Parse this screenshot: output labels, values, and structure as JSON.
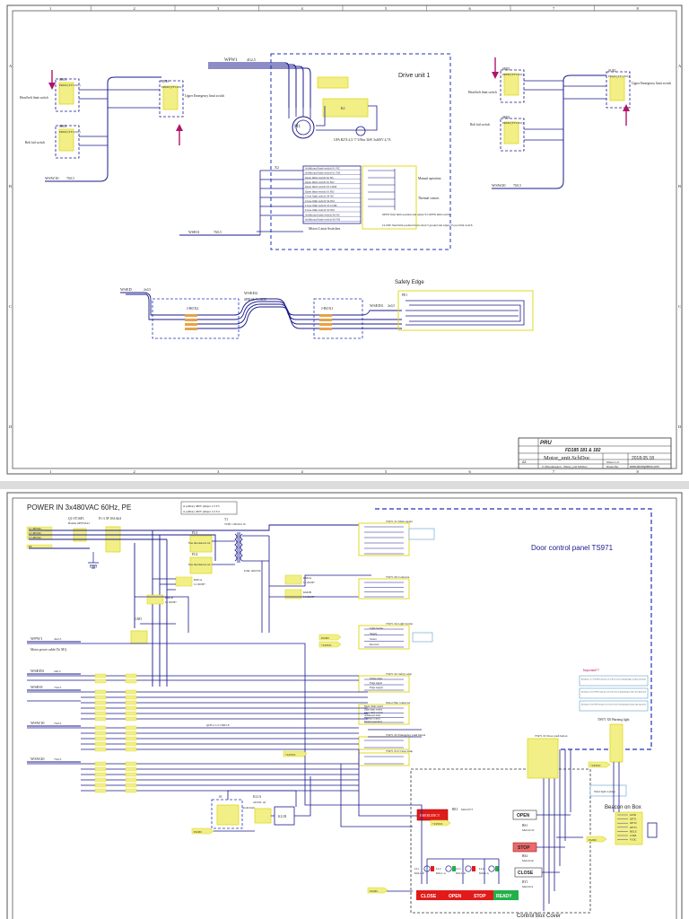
{
  "sheet1": {
    "grid_columns": [
      "1",
      "2",
      "3",
      "4",
      "5",
      "6",
      "7",
      "8"
    ],
    "grid_rows": [
      "A",
      "B",
      "C",
      "D"
    ],
    "drive_unit_label": "Drive unit 1",
    "safety_edge_label": "Safety Edge",
    "left_switches": {
      "top_code": "SH01",
      "top_part": "PR630 (YF LE01)",
      "top_name": "Head belt limit switch",
      "bottom_code": "SH01",
      "bottom_part": "PR630 (YF LE01)",
      "bottom_name": "Belt fail switch",
      "upper_code": "SUE1",
      "upper_part": "PR630 (YF LE01)",
      "upper_name": "Upper Emergency limit switch"
    },
    "right_switches": {
      "top_code": "SH02",
      "top_part": "PR630 (YF LE01)",
      "top_name": "Head belt limit switch",
      "bottom_code": "SH02",
      "bottom_part": "PR630 (YF LE01)",
      "bottom_name": "Belt fail switch",
      "upper_code": "SUE2",
      "upper_part": "PR630 (YF LE01)",
      "upper_name": "Upper Emergency limit switch"
    },
    "cables": {
      "wpw1": "WPW1",
      "wpw1_spec": "4G2,5",
      "wsw10": "WSW10",
      "wsw10_spec": "7G0,5",
      "wsw20": "WSW20",
      "wsw20_spec": "7G0,5",
      "wse01": "WSE01",
      "wse01_spec": "7G0,5",
      "wsed": "WSED",
      "wsed_spec": "2x0,5",
      "wsed2": "WSED2",
      "wsed2_spec": "SPIRAL 5x 0035",
      "wsed3": "WSED3",
      "wsed3_spec": "2x0,5"
    },
    "motor": {
      "code": "M1",
      "spec": "GFA B274  4,5/ 7/ 3/9kw  3kW  3x400V 4,7A",
      "brake": "K1",
      "xm": "X1",
      "x2": "X2"
    },
    "limit_switch_list": [
      "Additional limit switch  S1 NC",
      "Additional limit switch  S1 NO",
      "Open limit switch  S2 NC",
      "Open limit switch  S2 NO",
      "Open limit switch  S3 COM",
      "Open limit switch  S3 NO",
      "Close limit switch  S4 NC",
      "Close limit switch  S4 NO",
      "Close limit switch  S5 COM",
      "Close limit switch  S5 NO",
      "Additional limit switch  S6 NC",
      "Additional limit switch  S6 NO"
    ],
    "limit_switch_caption": "Motor Limit Switches",
    "notes": [
      "Manual operation",
      "Thermal contact",
      "OPEN final limit position and adjust S3 OPEN limit switch",
      "CLOSE final limit position from about 5 ground and adjust S5 pre limit switch"
    ],
    "j_box_left": "J-BOX2",
    "j_box_right": "J-BOX1",
    "pe1": "PE1",
    "title_block": {
      "client": "PRU",
      "project": "FD185 181 & 182",
      "document": "Motor_unit.SchDoc",
      "date": "2018.05.18",
      "size": "A3",
      "file": "C:\\Woodstream\\...\\Motor_unit.SchDoc",
      "sheet": "Sheet  1 of",
      "drawn": "Drawn By:",
      "company": "www.doorsystems.com"
    }
  },
  "sheet2": {
    "power_title": "POWER IN 3x480VAC 60Hz, PE",
    "phases": [
      "L1 480VAC",
      "L2 480VAC",
      "L3 480VAC",
      "PE"
    ],
    "main_switch": "Q1 OT16F3",
    "main_switch_note": "Handle OHYS3AJ",
    "fuses": "F1-3  5P 10A 6kA",
    "gnd": "GND",
    "transformer": "T1",
    "transformer_spec": "5VDC 100/2nd 16",
    "primary": "Prim: 400/230",
    "primary_note_a": "at primary 480V  jumper 1/3 3/5",
    "primary_note_b": "at primary 400V  jumper 1/4 3/4",
    "fuse_holders": [
      "FU1",
      "FU2"
    ],
    "fuse_holder_spec": "Fuse disconnector 2A",
    "contactors": [
      "KM1A",
      "KM1B",
      "KM2A",
      "KM2B"
    ],
    "contactor_spec": "LC1D18P7",
    "motor_cable": "Motor power cable (To M1)",
    "door_panel": "Door control panel TS971",
    "connectors": [
      {
        "name": "TS971 X1 Main supply"
      },
      {
        "name": "TS971 X6 Contactor"
      },
      {
        "name": "TS971 X4 Light barrier"
      },
      {
        "name": "TS971 X2 Safety edge"
      },
      {
        "name": "Motor/Slip connector"
      },
      {
        "name": "TS971 X5 Emergency push button"
      },
      {
        "name": "TS971 X12 Close lamp"
      },
      {
        "name": "TS971 X8 Warning light"
      },
      {
        "name": "TS971 X3 Door push button"
      }
    ],
    "light_barrier": [
      "Light barrier",
      "Supply",
      "Sensor",
      "Receiver"
    ],
    "safety_edge": [
      "Safety edge",
      "Edge signal",
      "Edge supply"
    ],
    "motor_slip": [
      "Motor limit switch",
      "Open limit switch",
      "Close limit switch",
      "Additional limit",
      "Thermal contact",
      "Manual operation"
    ],
    "important_title": "Important!!!",
    "important_notes": [
      "Resistance 2.7 to TS971 must be set to  8 for correct functioning of safety and alerts",
      "Resistance 1.8 to TS971 must be set to 8 for correct functioning of close door limit alert",
      "Resistance 1.8 to TS971 must be set to 8 for correct functioning of safety edge open alert"
    ],
    "cables": [
      {
        "name": "WPW1",
        "spec": "4G2,5"
      },
      {
        "name": "WSED3",
        "spec": "2x0,5"
      },
      {
        "name": "WSE01",
        "spec": "7G0,5"
      },
      {
        "name": "WSW10",
        "spec": "7G0,5"
      },
      {
        "name": "WSW20",
        "spec": "7G0,5"
      }
    ],
    "relay": {
      "code": "KL1A",
      "spec": "24VDC  ref",
      "kl1b": "KL1B",
      "s1": "S1",
      "s1_spec": "AGR  mark"
    },
    "qcb": "QCB 4 1/2 CNR3-8",
    "supply_24": "+24VDC",
    "pgnd": "PGND",
    "control_box_title": "Control Box Cover",
    "buttons": {
      "open": "OPEN",
      "stop": "STOP",
      "close": "CLOSE",
      "emergency": "EMERGENCY",
      "ready": "READY"
    },
    "button_codes": {
      "bs1": "BS1",
      "bs1_spec": "M22-D-W",
      "bs2": "BS2",
      "bs2_spec": "M22-D-R",
      "bt1": "BT1",
      "bt1_spec": "M22-D-S",
      "be1": "BE1",
      "be1_spec": "M22-PVT"
    },
    "lamps": [
      {
        "code": "LL1",
        "spec": "M22-L-R"
      },
      {
        "code": "LL2",
        "spec": "M22-L-G"
      },
      {
        "code": "LL3",
        "spec": "M22-L-R"
      },
      {
        "code": "LL4",
        "spec": "M22-L-G"
      }
    ],
    "beacon_title": "Beacon on Box",
    "beacon_lines": [
      "GND",
      "OPT1",
      "OPT2",
      "OPT3",
      "RELE",
      "COM",
      "V/DC"
    ],
    "warning_note": "Warn light 2 phase",
    "warning_note2": "TS971 X8 Warning light",
    "colors": {
      "schematic_blue": "#1a1a8c",
      "highlight_yellow": "#f1ef86",
      "yellow_border": "#e0d820",
      "dashed_blue": "#2233bb",
      "arrow_magenta": "#b01468",
      "orange_pin": "#e6a34a",
      "button_red": "#e21a1a",
      "button_green": "#22b04a",
      "button_stop": "#ec6a6a"
    }
  }
}
